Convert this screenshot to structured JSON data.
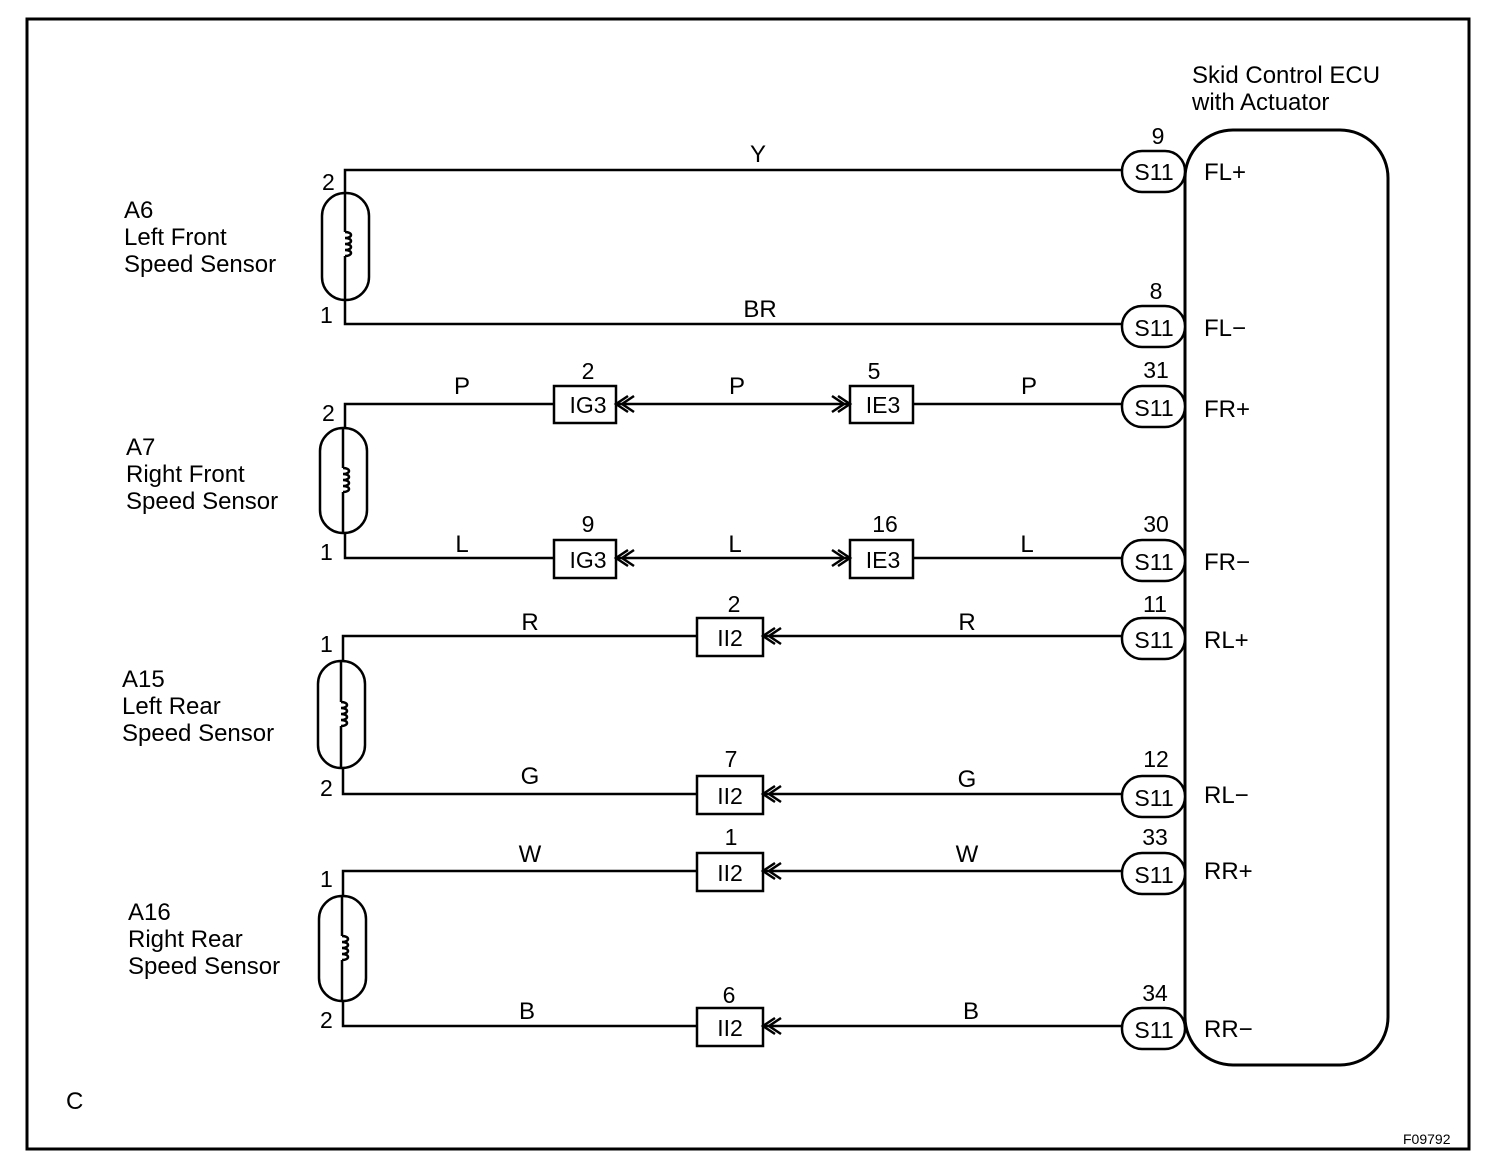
{
  "corner_label": "C",
  "figure_id": "F09792",
  "ecu": {
    "title_line1": "Skid Control ECU",
    "title_line2": "with Actuator"
  },
  "sensors": [
    {
      "id": "A6",
      "name_line1": "Left Front",
      "name_line2": "Speed Sensor",
      "pin_top": "2",
      "pin_bottom": "1"
    },
    {
      "id": "A7",
      "name_line1": "Right Front",
      "name_line2": "Speed Sensor",
      "pin_top": "2",
      "pin_bottom": "1"
    },
    {
      "id": "A15",
      "name_line1": "Left Rear",
      "name_line2": "Speed Sensor",
      "pin_top": "1",
      "pin_bottom": "2"
    },
    {
      "id": "A16",
      "name_line1": "Right Rear",
      "name_line2": "Speed Sensor",
      "pin_top": "1",
      "pin_bottom": "2"
    }
  ],
  "wires": [
    {
      "color": "Y",
      "signal": "FL+",
      "ecu_connector": "S11",
      "ecu_pin": "9"
    },
    {
      "color": "BR",
      "signal": "FL−",
      "ecu_connector": "S11",
      "ecu_pin": "8"
    },
    {
      "color": "P",
      "signal": "FR+",
      "ecu_connector": "S11",
      "ecu_pin": "31",
      "junctions": [
        {
          "name": "IG3",
          "pin": "2"
        },
        {
          "name": "IE3",
          "pin": "5"
        }
      ]
    },
    {
      "color": "L",
      "signal": "FR−",
      "ecu_connector": "S11",
      "ecu_pin": "30",
      "junctions": [
        {
          "name": "IG3",
          "pin": "9"
        },
        {
          "name": "IE3",
          "pin": "16"
        }
      ]
    },
    {
      "color": "R",
      "signal": "RL+",
      "ecu_connector": "S11",
      "ecu_pin": "11",
      "junctions": [
        {
          "name": "II2",
          "pin": "2"
        }
      ]
    },
    {
      "color": "G",
      "signal": "RL−",
      "ecu_connector": "S11",
      "ecu_pin": "12",
      "junctions": [
        {
          "name": "II2",
          "pin": "7"
        }
      ]
    },
    {
      "color": "W",
      "signal": "RR+",
      "ecu_connector": "S11",
      "ecu_pin": "33",
      "junctions": [
        {
          "name": "II2",
          "pin": "1"
        }
      ]
    },
    {
      "color": "B",
      "signal": "RR−",
      "ecu_connector": "S11",
      "ecu_pin": "34",
      "junctions": [
        {
          "name": "II2",
          "pin": "6"
        }
      ]
    }
  ]
}
